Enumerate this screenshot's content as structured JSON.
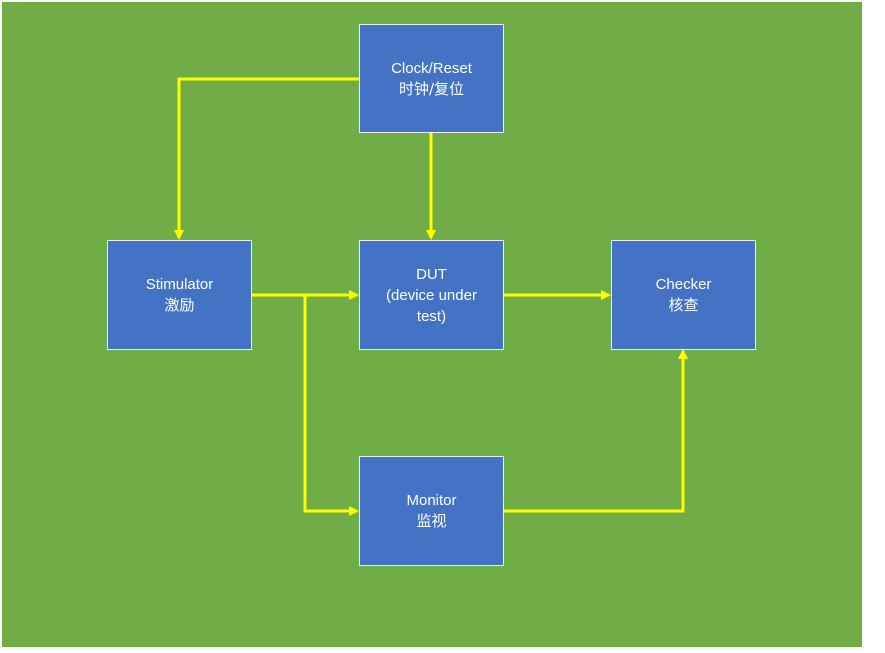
{
  "colors": {
    "background": "#70ad47",
    "block_fill": "#4472c4",
    "block_border": "#e9eef8",
    "wire": "#ffff00",
    "text": "#ffffff"
  },
  "blocks": {
    "clock_reset": {
      "line1": "Clock/Reset",
      "line2": "时钟/复位"
    },
    "stimulator": {
      "line1": "Stimulator",
      "line2": "激励"
    },
    "dut": {
      "line1": "DUT",
      "line2": "(device under",
      "line3": "test)"
    },
    "checker": {
      "line1": "Checker",
      "line2": "核查"
    },
    "monitor": {
      "line1": "Monitor",
      "line2": "监视"
    }
  }
}
